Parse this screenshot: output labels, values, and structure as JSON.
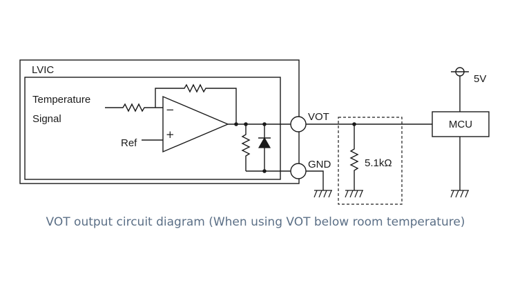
{
  "labels": {
    "block": "LVIC",
    "temp_line1": "Temperature",
    "temp_line2": "Signal",
    "ref": "Ref",
    "minus": "−",
    "plus": "+",
    "vot": "VOT",
    "gnd": "GND",
    "resistor": "5.1kΩ",
    "supply": "5V",
    "mcu": "MCU"
  },
  "caption": "VOT output circuit diagram (When using VOT below room temperature)"
}
